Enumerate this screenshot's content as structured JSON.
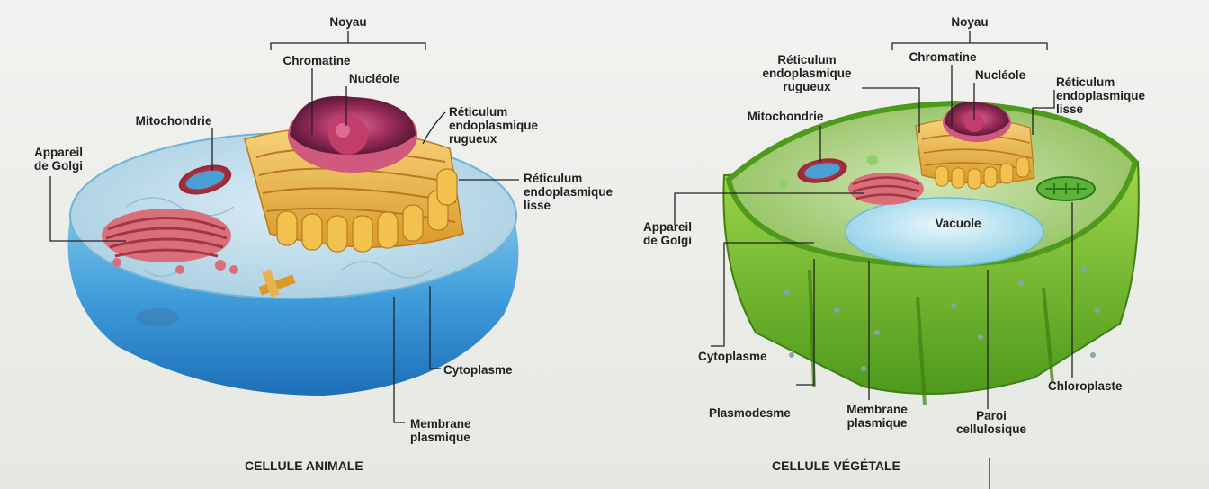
{
  "animal_cell": {
    "title": "CELLULE ANIMALE",
    "labels": {
      "noyau": "Noyau",
      "chromatine": "Chromatine",
      "nucleole": "Nucléole",
      "mitochondrie": "Mitochondrie",
      "golgi": "Appareil\nde Golgi",
      "rer": "Réticulum\nendoplasmique\nrugueux",
      "rel": "Réticulum\nendoplasmique\nlisse",
      "cytoplasme": "Cytoplasme",
      "membrane": "Membrane\nplasmique"
    }
  },
  "plant_cell": {
    "title": "CELLULE VÉGÉTALE",
    "labels": {
      "noyau": "Noyau",
      "rer": "Réticulum\nendoplasmique\nrugueux",
      "chromatine": "Chromatine",
      "nucleole": "Nucléole",
      "rel": "Réticulum\nendoplasmique\nlisse",
      "mitochondrie": "Mitochondrie",
      "golgi": "Appareil\nde Golgi",
      "vacuole": "Vacuole",
      "cytoplasme": "Cytoplasme",
      "plasmodesme": "Plasmodesme",
      "membrane": "Membrane\nplasmique",
      "paroi": "Paroi\ncellulosique",
      "chloroplaste": "Chloroplaste"
    }
  }
}
